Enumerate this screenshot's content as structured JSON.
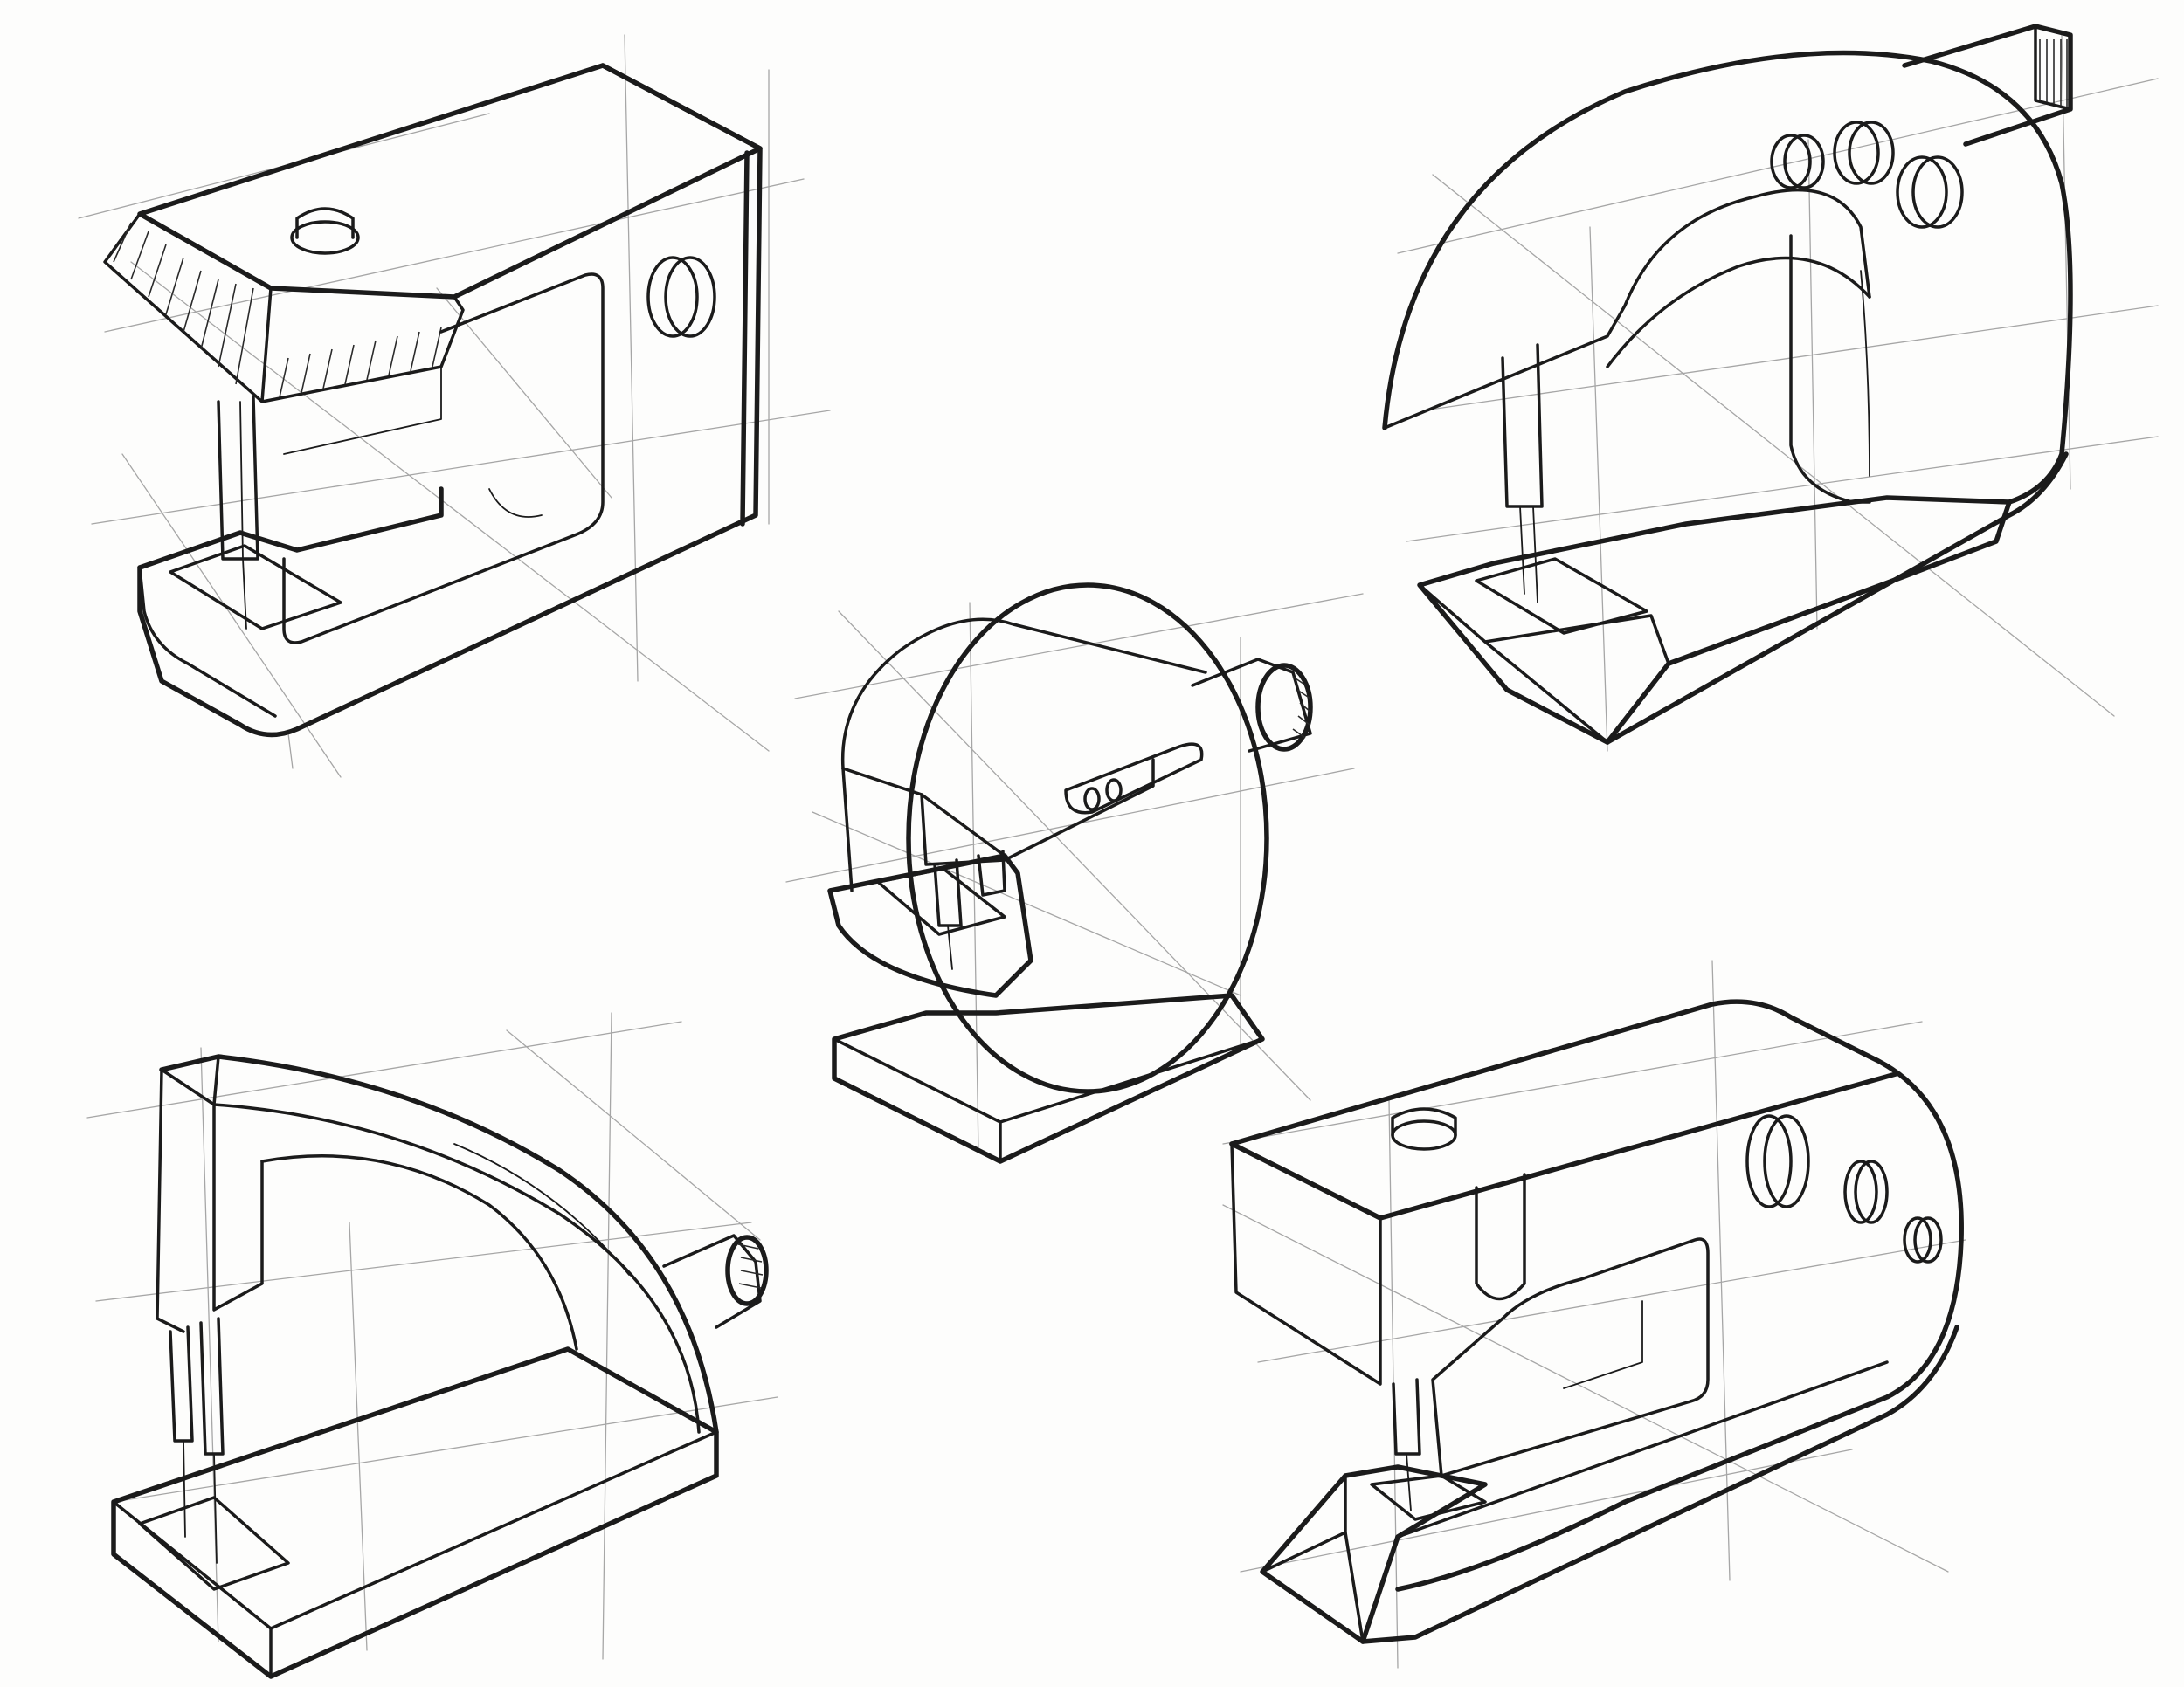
{
  "sheet": {
    "title": "",
    "subject": "sewing-machine-concept-sketches",
    "ink_color": "#1b1b1b",
    "guide_color": "#8a8a8a",
    "paper_color": "#fdfdfc"
  },
  "sketches": [
    {
      "id": "boxy-machine",
      "icon": "sewing-machine-boxy"
    },
    {
      "id": "arched-machine",
      "icon": "sewing-machine-arch"
    },
    {
      "id": "round-compact-machine",
      "icon": "sewing-machine-round"
    },
    {
      "id": "curved-arm-machine",
      "icon": "sewing-machine-curved-arm"
    },
    {
      "id": "rounded-block-machine",
      "icon": "sewing-machine-rounded-block"
    }
  ]
}
